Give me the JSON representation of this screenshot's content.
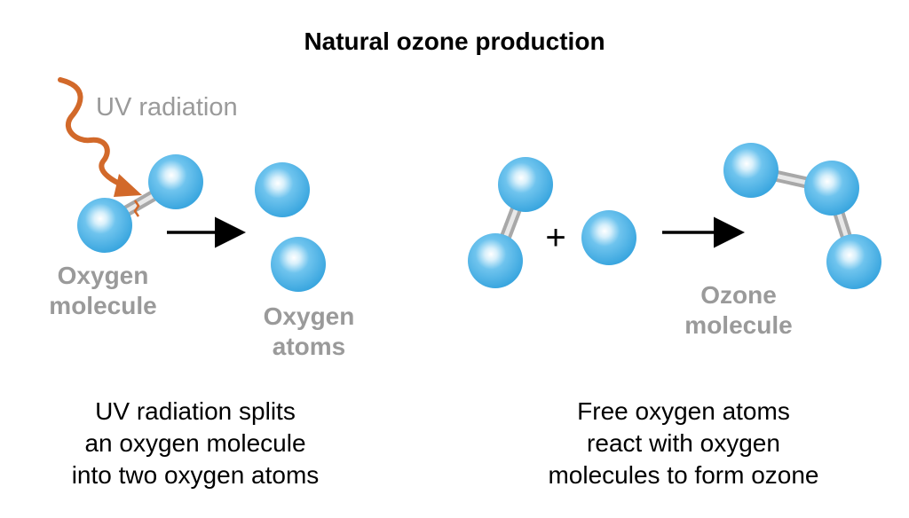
{
  "title": "Natural ozone production",
  "uv_label": "UV radiation",
  "labels": {
    "oxygen_molecule": [
      "Oxygen",
      "molecule"
    ],
    "oxygen_atoms": [
      "Oxygen",
      "atoms"
    ],
    "ozone_molecule": [
      "Ozone",
      "molecule"
    ]
  },
  "plus_sign": "+",
  "captions": {
    "left": [
      "UV radiation splits",
      "an oxygen molecule",
      "into two oxygen atoms"
    ],
    "right": [
      "Free oxygen atoms",
      "react with oxygen",
      "molecules to form ozone"
    ]
  },
  "colors": {
    "atom": "#4fb6e8",
    "atom_highlight": "#ffffff",
    "bond": "#b8b8b8",
    "uv_arrow": "#d2692a",
    "label_gray": "#9a9a9a",
    "text": "#000000"
  }
}
